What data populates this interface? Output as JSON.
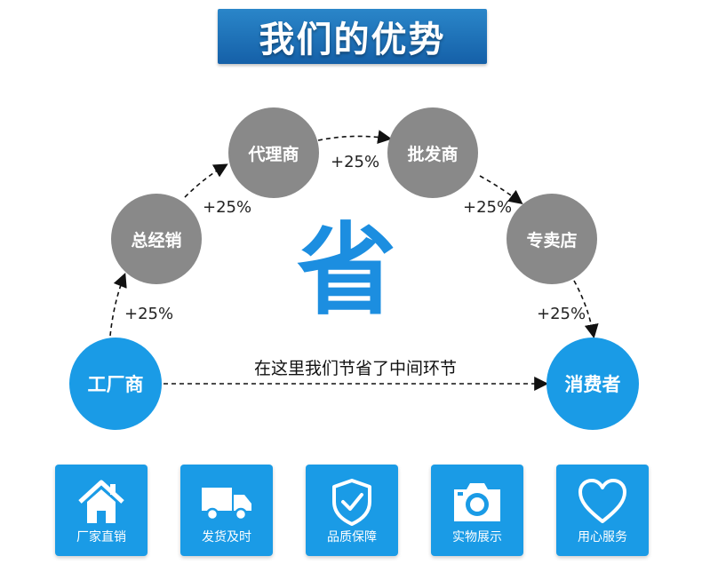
{
  "title": "我们的优势",
  "center_char": "省",
  "middle_text": "在这里我们节省了中间环节",
  "nodes": {
    "factory": "工厂商",
    "general": "总经销",
    "agent": "代理商",
    "wholesale": "批发商",
    "store": "专卖店",
    "consumer": "消费者"
  },
  "markups": {
    "m1": "+25%",
    "m2": "+25%",
    "m3": "+25%",
    "m4": "+25%",
    "m5": "+25%"
  },
  "features": [
    {
      "label": "厂家直销",
      "icon": "house-icon"
    },
    {
      "label": "发货及时",
      "icon": "truck-icon"
    },
    {
      "label": "品质保障",
      "icon": "shield-check-icon"
    },
    {
      "label": "实物展示",
      "icon": "camera-icon"
    },
    {
      "label": "用心服务",
      "icon": "heart-icon"
    }
  ],
  "colors": {
    "blue": "#1a9be6",
    "gray": "#898989",
    "banner": "#1f74bd"
  }
}
